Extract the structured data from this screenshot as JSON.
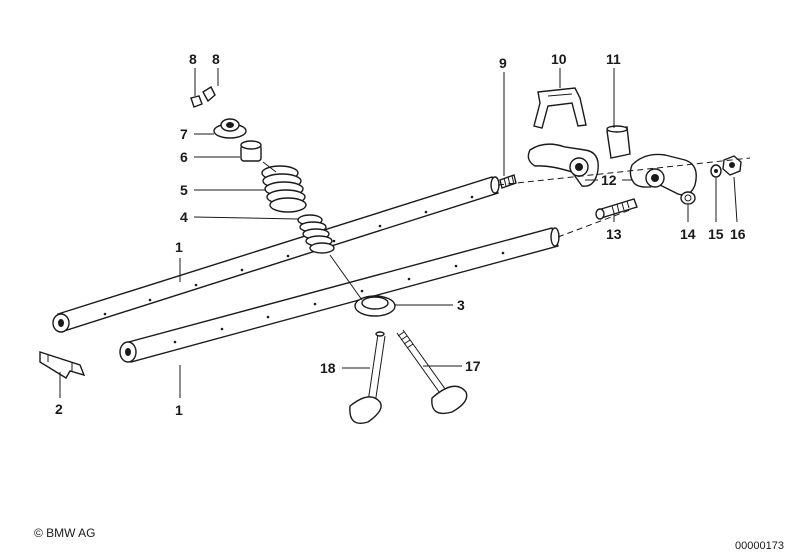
{
  "callouts": {
    "n1": "1",
    "n2": "2",
    "n3": "3",
    "n4": "4",
    "n5": "5",
    "n6": "6",
    "n7": "7",
    "n8": "8",
    "n9": "9",
    "n10": "10",
    "n11": "11",
    "n12": "12",
    "n13": "13",
    "n14": "14",
    "n15": "15",
    "n16": "16",
    "n17": "17",
    "n18": "18"
  },
  "footer": {
    "copyright": "© BMW AG",
    "doc_number": "00000173"
  }
}
